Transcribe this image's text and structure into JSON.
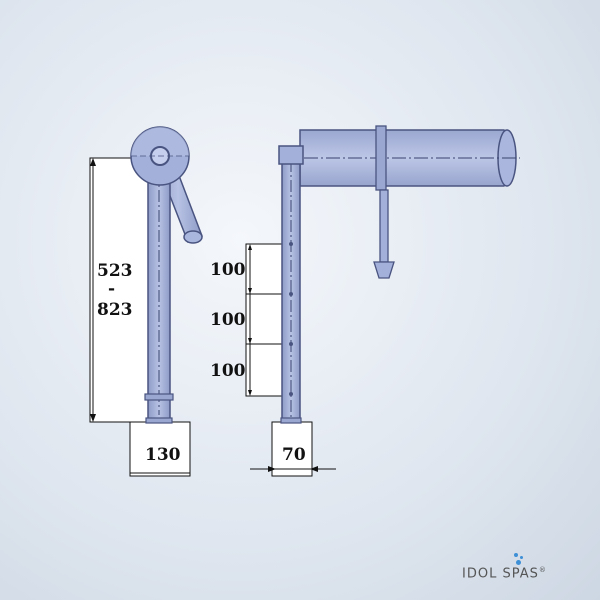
{
  "dimensions": {
    "height_top": "523",
    "height_sep": "-",
    "height_bottom": "823",
    "base_width_left": "130",
    "base_width_right": "70",
    "spacing_1": "100",
    "spacing_2": "100",
    "spacing_3": "100"
  },
  "brand": {
    "name": "IDOL SPAS",
    "registered": "®"
  },
  "colors": {
    "part_fill": "#a9b6dd",
    "part_stroke": "#4a5480",
    "dim_line": "#111111",
    "logo_accent": "#3d8fd6"
  }
}
